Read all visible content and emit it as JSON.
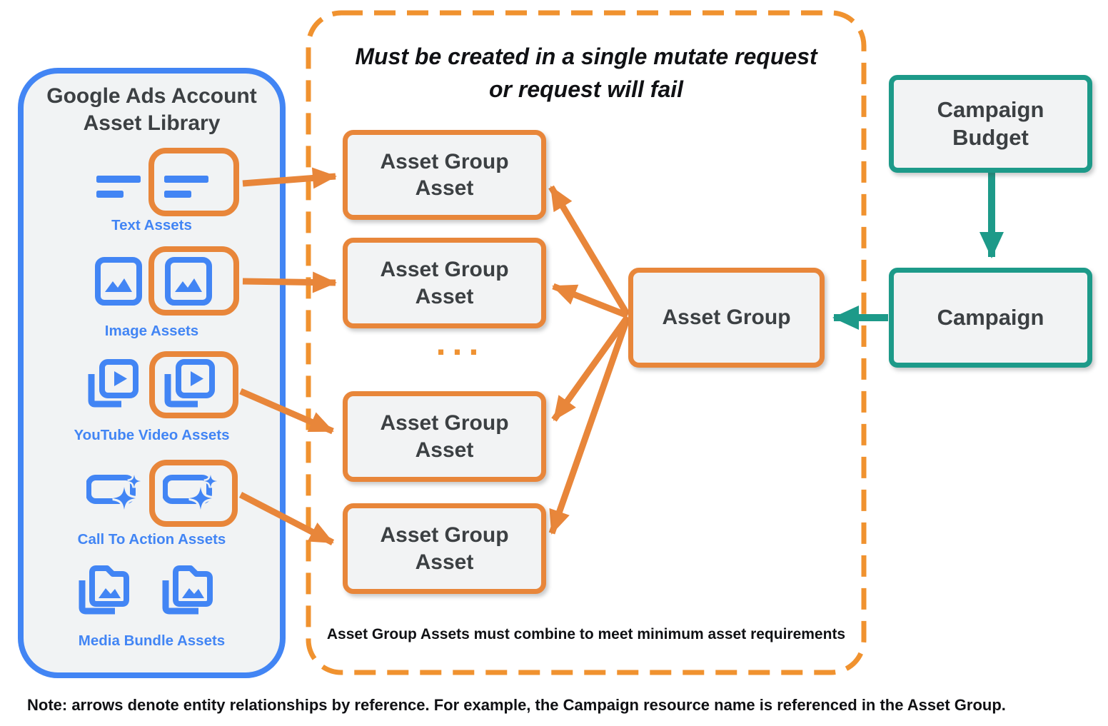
{
  "colors": {
    "blue": "#4285f4",
    "orange_solid": "#e8863a",
    "orange_dashed": "#f0922f",
    "teal": "#1d9a89",
    "box_fill": "#f2f3f4",
    "panel_fill": "#f1f3f4",
    "text_dark": "#3c4043"
  },
  "library": {
    "title": "Google Ads Account\nAsset Library",
    "rows": [
      {
        "label": "Text Assets",
        "icon": "text-lines-icon"
      },
      {
        "label": "Image Assets",
        "icon": "image-icon"
      },
      {
        "label": "YouTube Video  Assets",
        "icon": "video-library-icon"
      },
      {
        "label": "Call To Action Assets",
        "icon": "cta-button-sparkle-icon"
      },
      {
        "label": "Media Bundle  Assets",
        "icon": "media-bundle-folder-icon"
      }
    ]
  },
  "mutate_panel": {
    "title": "Must be created in a single mutate request\nor request will fail",
    "boxes": [
      "Asset Group\nAsset",
      "Asset Group\nAsset",
      "Asset Group\nAsset",
      "Asset Group\nAsset"
    ],
    "ellipsis": "...",
    "asset_group": "Asset Group",
    "footer": "Asset Group Assets must combine to meet minimum asset requirements"
  },
  "campaign_column": {
    "budget": "Campaign\nBudget",
    "campaign": "Campaign"
  },
  "note": "Note: arrows denote entity relationships by reference. For example, the Campaign resource name is referenced in the Asset Group."
}
